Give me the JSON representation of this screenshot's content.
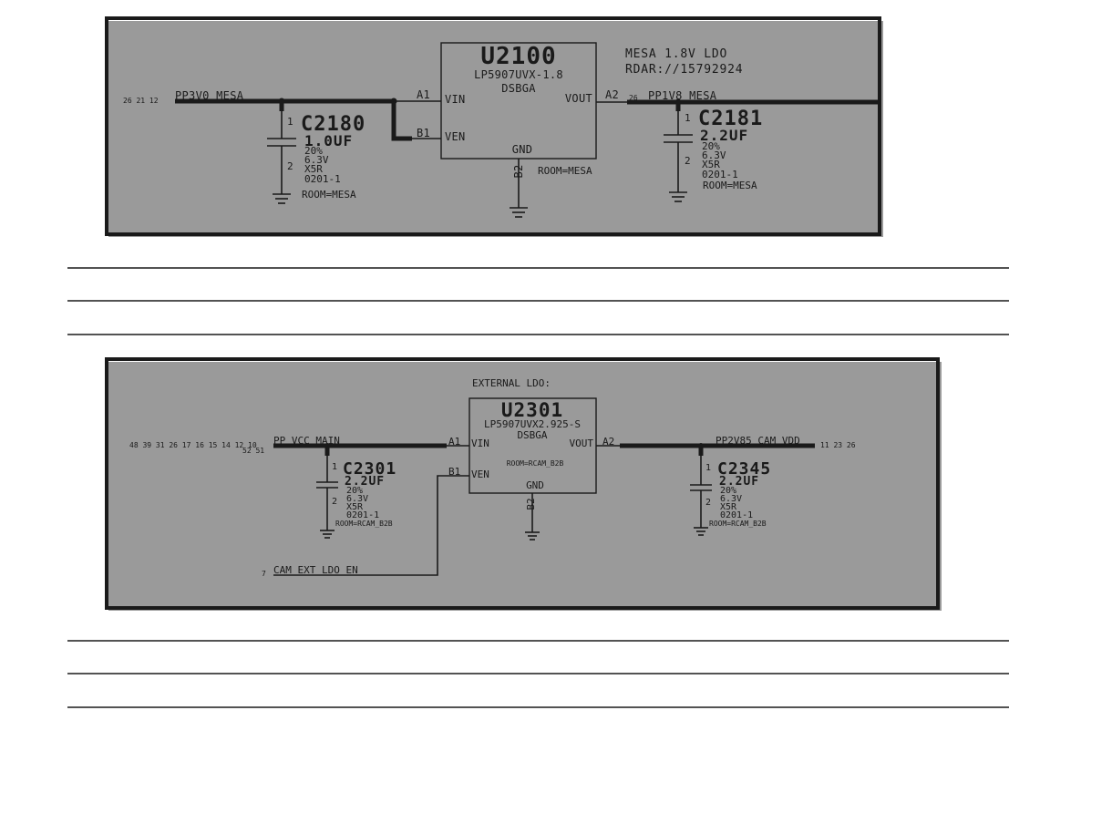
{
  "panel1": {
    "chip": {
      "ref": "U2100",
      "part": "LP5907UVX-1.8",
      "package": "DSBGA",
      "pin_vin": "VIN",
      "pin_ven": "VEN",
      "pin_vout": "VOUT",
      "pin_gnd": "GND",
      "ball_a1": "A1",
      "ball_b1": "B1",
      "ball_a2": "A2",
      "ball_b2": "B2",
      "room": "ROOM=MESA"
    },
    "notes": [
      "MESA 1.8V LDO",
      "RDAR://15792924"
    ],
    "net_in": {
      "name": "PP3V0_MESA",
      "refs": "26 21 12"
    },
    "net_out": {
      "name": "PP1V8_MESA",
      "refs": "26"
    },
    "cap_in": {
      "ref": "C2180",
      "value": "1.0UF",
      "tol": "20%",
      "voltage": "6.3V",
      "dielectric": "X5R",
      "size": "0201-1",
      "room": "ROOM=MESA",
      "pin1": "1",
      "pin2": "2"
    },
    "cap_out": {
      "ref": "C2181",
      "value": "2.2UF",
      "tol": "20%",
      "voltage": "6.3V",
      "dielectric": "X5R",
      "size": "0201-1",
      "room": "ROOM=MESA",
      "pin1": "1",
      "pin2": "2"
    }
  },
  "panel2": {
    "title": "EXTERNAL LDO:",
    "chip": {
      "ref": "U2301",
      "part": "LP5907UVX2.925-S",
      "package": "DSBGA",
      "pin_vin": "VIN",
      "pin_ven": "VEN",
      "pin_vout": "VOUT",
      "pin_gnd": "GND",
      "ball_a1": "A1",
      "ball_b1": "B1",
      "ball_a2": "A2",
      "ball_b2": "B2",
      "room": "ROOM=RCAM_B2B"
    },
    "net_in": {
      "name": "PP_VCC_MAIN",
      "refs": "48 39 31 26 17 16 15 14 12 10",
      "refs2": "52 51"
    },
    "net_out": {
      "name": "PP2V85_CAM_VDD",
      "refs": "11 23 26"
    },
    "net_en": {
      "name": "CAM_EXT_LDO_EN",
      "refs": "7"
    },
    "cap_in": {
      "ref": "C2301",
      "value": "2.2UF",
      "tol": "20%",
      "voltage": "6.3V",
      "dielectric": "X5R",
      "size": "0201-1",
      "room": "ROOM=RCAM_B2B",
      "pin1": "1",
      "pin2": "2"
    },
    "cap_out": {
      "ref": "C2345",
      "value": "2.2UF",
      "tol": "20%",
      "voltage": "6.3V",
      "dielectric": "X5R",
      "size": "0201-1",
      "room": "ROOM=RCAM_B2B",
      "pin1": "1",
      "pin2": "2"
    }
  }
}
